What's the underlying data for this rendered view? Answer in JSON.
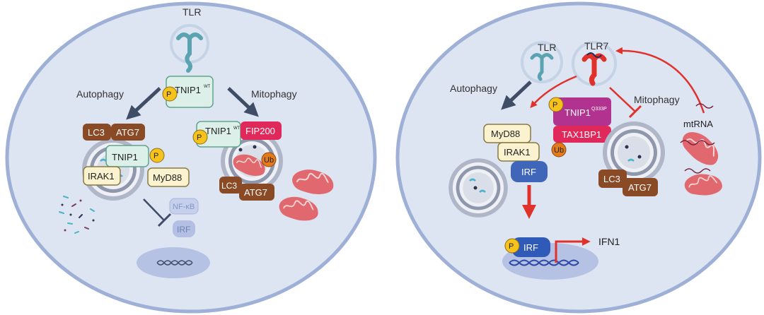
{
  "left": {
    "tlr_label": "TLR",
    "tnip1_top": "TNIP1",
    "tnip1_top_sup": "WT",
    "phospho": "P",
    "autophagy": "Autophagy",
    "mitophagy": "Mitophagy",
    "lc3": "LC3",
    "atg7": "ATG7",
    "tnip1_inner": "TNIP1",
    "irak1": "IRAK1",
    "myd88": "MyD88",
    "nfkb": "NF-κB",
    "irf": "IRF",
    "tnip1_right": "TNIP1",
    "tnip1_right_sup": "WT",
    "fip200": "FIP200",
    "ub": "Ub",
    "lc3_b": "LC3",
    "atg7_b": "ATG7"
  },
  "right": {
    "tlr_label": "TLR",
    "tlr7_label": "TLR7",
    "autophagy": "Autophagy",
    "mitophagy": "Mitophagy",
    "tnip1_mut": "TNIP1",
    "tnip1_mut_sup": "Q333P",
    "phospho": "P",
    "tax1bp1": "TAX1BP1",
    "ub": "Ub",
    "myd88": "MyD88",
    "irak1": "IRAK1",
    "irf": "IRF",
    "mtrna": "mtRNA",
    "lc3": "LC3",
    "atg7": "ATG7",
    "irf_nuc": "IRF",
    "phospho_nuc": "P",
    "ifn1": "IFN1"
  },
  "colors": {
    "cell_fill": "#dde4f2",
    "cell_stroke": "#9fb0d6",
    "nucleus": "#b6c2e3",
    "tnip1_green": "#dcefe8",
    "tnip1_border": "#5ea58a",
    "lc3_brown": "#8a4a26",
    "fip200_red": "#e0285a",
    "tnip1_mut_purple": "#b2338f",
    "tax1bp1_red": "#e0285a",
    "phospho_yellow": "#f6c21c",
    "ub_orange": "#e57a1a",
    "myd88_cream": "#fbf3cf",
    "irf_blue": "#3f66b8",
    "arrow_dark": "#3f4d66",
    "arrow_red": "#e0312a",
    "mito": "#e0686e"
  }
}
